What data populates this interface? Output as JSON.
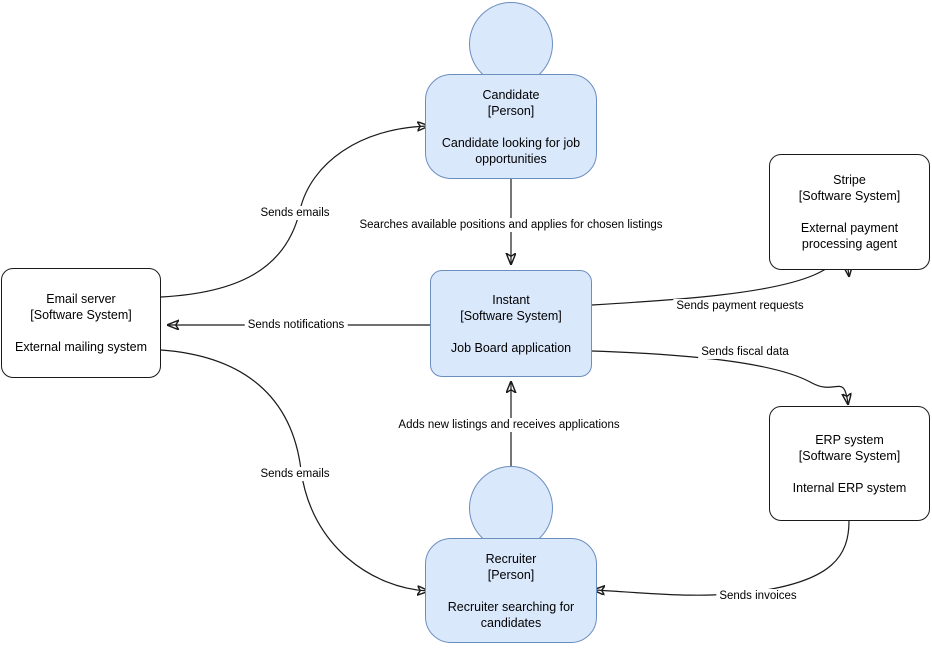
{
  "diagram": {
    "kind": "c4-system-context-diagram",
    "background": "#ffffff",
    "palette": {
      "person_fill": "#dae8fc",
      "person_stroke": "#6c8ebf",
      "system_fill": "#dae8fc",
      "system_stroke": "#6c8ebf",
      "external_fill": "#ffffff",
      "external_stroke": "#1a1a1a",
      "edge_stroke": "#1a1a1a",
      "text": "#000000"
    },
    "nodes": [
      {
        "id": "candidate",
        "shape": "person",
        "title": "Candidate",
        "type": "[Person]",
        "description": "Candidate looking for job opportunities"
      },
      {
        "id": "recruiter",
        "shape": "person",
        "title": "Recruiter",
        "type": "[Person]",
        "description": "Recruiter searching for candidates"
      },
      {
        "id": "instant",
        "shape": "system",
        "title": "Instant",
        "type": "[Software System]",
        "description": "Job Board application"
      },
      {
        "id": "email-server",
        "shape": "external-system",
        "title": "Email server",
        "type": "[Software System]",
        "description": "External mailing system"
      },
      {
        "id": "stripe",
        "shape": "external-system",
        "title": "Stripe",
        "type": "[Software System]",
        "description": "External payment processing agent"
      },
      {
        "id": "erp-system",
        "shape": "external-system",
        "title": "ERP system",
        "type": "[Software System]",
        "description": "Internal ERP system"
      }
    ],
    "edges": [
      {
        "id": "candidate-to-instant",
        "from": "candidate",
        "to": "instant",
        "label": "Searches available positions and applies for chosen listings"
      },
      {
        "id": "recruiter-to-instant",
        "from": "recruiter",
        "to": "instant",
        "label": "Adds new listings and receives applications"
      },
      {
        "id": "instant-to-email-server",
        "from": "instant",
        "to": "email-server",
        "label": "Sends notifications"
      },
      {
        "id": "email-server-to-candidate",
        "from": "email-server",
        "to": "candidate",
        "label": "Sends emails"
      },
      {
        "id": "email-server-to-recruiter",
        "from": "email-server",
        "to": "recruiter",
        "label": "Sends emails"
      },
      {
        "id": "instant-to-stripe",
        "from": "instant",
        "to": "stripe",
        "label": "Sends payment requests"
      },
      {
        "id": "instant-to-erp",
        "from": "instant",
        "to": "erp-system",
        "label": "Sends fiscal data"
      },
      {
        "id": "erp-to-recruiter",
        "from": "erp-system",
        "to": "recruiter",
        "label": "Sends invoices"
      }
    ]
  }
}
